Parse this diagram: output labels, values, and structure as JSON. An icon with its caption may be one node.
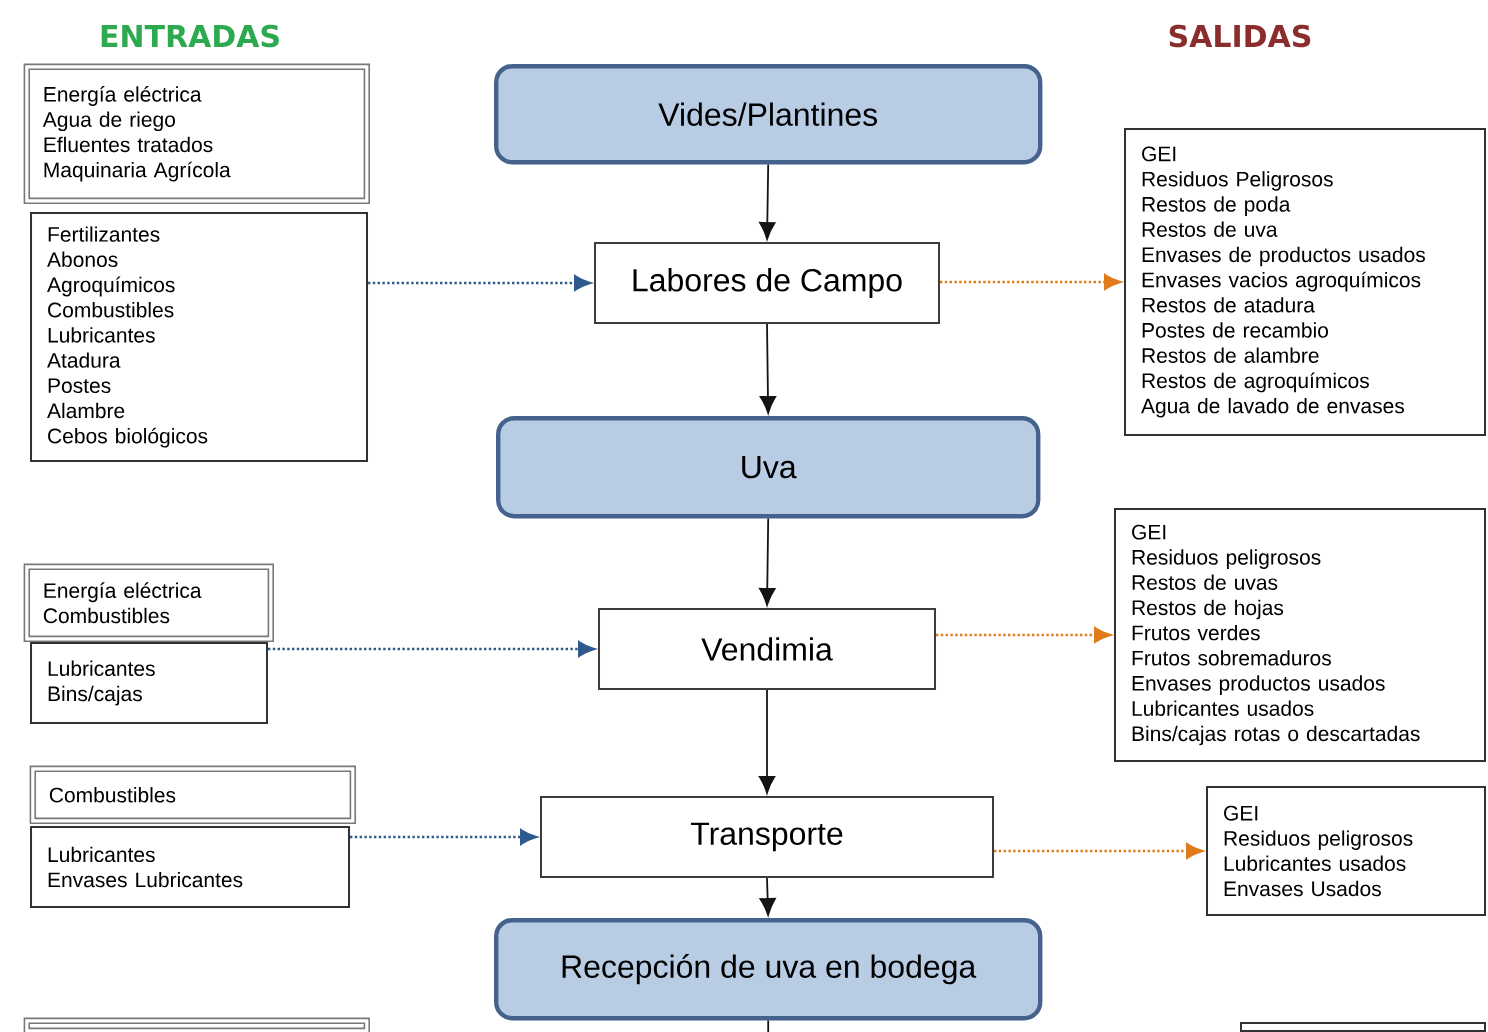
{
  "diagram": {
    "nodes": [
      {
        "text": [
          "Vides/Plantines"
        ]
      },
      {
        "text": [
          "Energía eléctrica",
          "Agua de riego",
          "Efluentes tratados",
          "Maquinaria Agrícola"
        ]
      },
      {
        "text": [
          "Fertilizantes",
          "Abonos",
          "Agroquímicos",
          "Combustibles",
          "Lubricantes",
          "Atadura",
          "Postes",
          "Alambre",
          "Cebos biológicos"
        ]
      },
      {
        "text": [
          "Labores de Campo"
        ]
      },
      {
        "text": [
          "GEI",
          "Residuos Peligrosos",
          "Restos de poda",
          "Restos de uva",
          "Envases de productos usados",
          "Envases vacios agroquímicos",
          "Restos de atadura",
          "Postes de recambio",
          "Restos de alambre",
          "Restos de agroquímicos",
          "Agua de lavado de envases"
        ]
      },
      {
        "text": [
          "Uva"
        ]
      },
      {
        "text": [
          "Energía eléctrica",
          "Combustibles"
        ]
      },
      {
        "text": [
          "Lubricantes",
          "Bins/cajas"
        ]
      },
      {
        "text": [
          "Vendimia"
        ]
      },
      {
        "text": [
          "GEI",
          "Residuos peligrosos",
          "Restos de uvas",
          "Restos de hojas",
          "Frutos verdes",
          "Frutos sobremaduros",
          "Envases productos usados",
          "Lubricantes usados",
          "Bins/cajas rotas o descartadas"
        ]
      },
      {
        "text": [
          "Combustibles"
        ]
      },
      {
        "text": [
          "Lubricantes",
          "Envases Lubricantes"
        ]
      },
      {
        "text": [
          "Transporte"
        ]
      },
      {
        "text": [
          "GEI",
          "Residuos peligrosos",
          "Lubricantes usados",
          "Envases Usados"
        ]
      },
      {
        "text": [
          "Recepción de uva en bodega"
        ]
      },
      {
        "text": [],
        "shape": "box"
      },
      {
        "text": [],
        "shape": "box"
      }
    ],
    "edges": [
      {
        "from": 0,
        "to": 3,
        "arrow": "to"
      },
      {
        "from": 2,
        "to": 3,
        "arrow": "to",
        "style": "dashed",
        "color": "#2e5a8c"
      },
      {
        "from": 3,
        "to": 4,
        "arrow": "to",
        "style": "dashed",
        "color": "#e07b1a"
      },
      {
        "from": 3,
        "to": 5,
        "arrow": "to"
      },
      {
        "from": 5,
        "to": 8,
        "arrow": "to"
      },
      {
        "from": 7,
        "to": 8,
        "arrow": "to",
        "style": "dashed",
        "color": "#2e5a8c"
      },
      {
        "from": 8,
        "to": 9,
        "arrow": "to",
        "style": "dashed",
        "color": "#e07b1a"
      },
      {
        "from": 8,
        "to": 12,
        "arrow": "to"
      },
      {
        "from": 11,
        "to": 12,
        "arrow": "to",
        "style": "dashed",
        "color": "#2e5a8c"
      },
      {
        "from": 12,
        "to": 13,
        "arrow": "to",
        "style": "dashed",
        "color": "#e07b1a"
      },
      {
        "from": 12,
        "to": 14,
        "arrow": "to"
      },
      {
        "from": 14,
        "to": null,
        "arrow": "none"
      }
    ],
    "labels": [
      "ENTRADAS",
      "SALIDAS"
    ]
  }
}
